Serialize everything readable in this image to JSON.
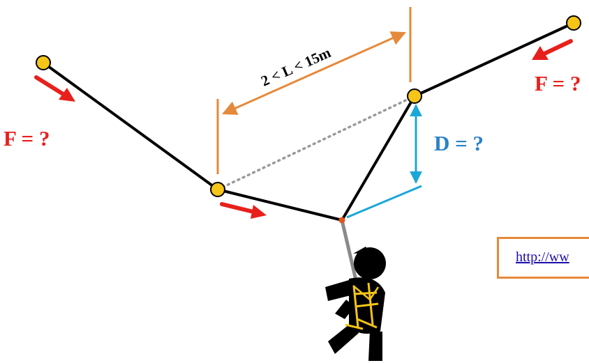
{
  "labels": {
    "span_length": "2 < L < 15m",
    "force_left": "F = ?",
    "force_right": "F = ?",
    "deflection": "D = ?"
  },
  "link": {
    "text": "http://ww"
  },
  "colors": {
    "rope": "#000000",
    "anchor_fill": "#f5c518",
    "force_arrow": "#e8201c",
    "force_text": "#e8201c",
    "dimension_orange": "#e6893a",
    "deflection_blue": "#1aa7d8",
    "deflection_text": "#2b83c6",
    "chord_dotted": "#9a9a9a",
    "harness_yellow": "#f5c518"
  }
}
